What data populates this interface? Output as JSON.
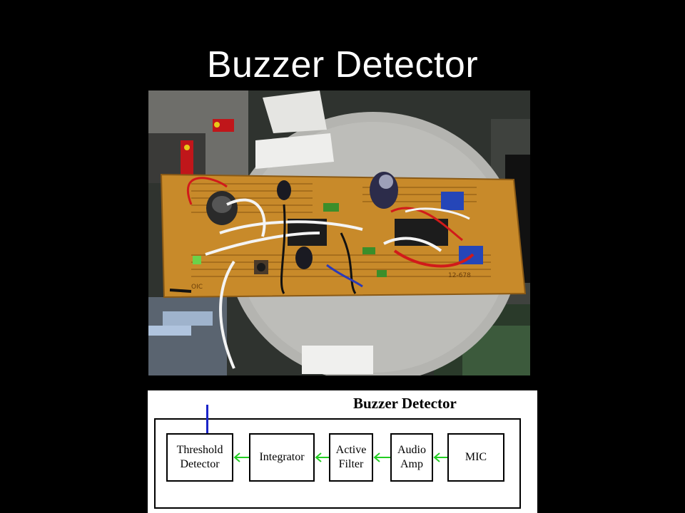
{
  "slide": {
    "title": "Buzzer Detector"
  },
  "photo": {
    "description_name": "circuit-board-photo",
    "board_labels": [
      "OIC",
      "12-678"
    ]
  },
  "diagram": {
    "title": "Buzzer Detector",
    "blocks": [
      {
        "id": "threshold",
        "label": "Threshold\nDetector"
      },
      {
        "id": "integrator",
        "label": "Integrator"
      },
      {
        "id": "filter",
        "label": "Active\nFilter"
      },
      {
        "id": "amp",
        "label": "Audio\nAmp"
      },
      {
        "id": "mic",
        "label": "MIC"
      }
    ],
    "arrow_color": "#22cc22",
    "output_line_color": "#1a24c8"
  }
}
